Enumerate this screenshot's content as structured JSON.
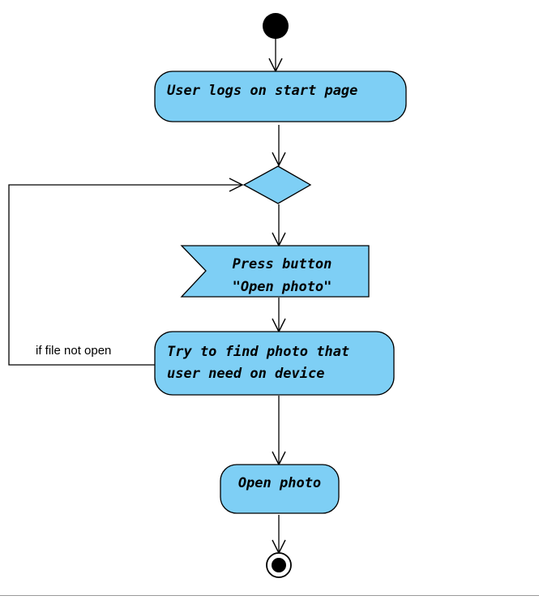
{
  "diagram": {
    "type": "uml-activity",
    "colors": {
      "fill": "#7ecff5",
      "stroke": "#000000",
      "background": "#ffffff"
    },
    "nodes": {
      "start": {
        "kind": "initial-node"
      },
      "login": {
        "kind": "action",
        "label": "User logs on start page"
      },
      "decision": {
        "kind": "decision-node"
      },
      "press": {
        "kind": "send-signal",
        "lines": [
          "Press button",
          "\"Open photo\""
        ]
      },
      "find": {
        "kind": "action",
        "lines": [
          "Try to find photo that",
          "user need on device"
        ]
      },
      "open": {
        "kind": "action",
        "label": "Open photo"
      },
      "end": {
        "kind": "final-node"
      }
    },
    "edges": [
      {
        "from": "start",
        "to": "login"
      },
      {
        "from": "login",
        "to": "decision"
      },
      {
        "from": "decision",
        "to": "press"
      },
      {
        "from": "press",
        "to": "find"
      },
      {
        "from": "find",
        "to": "decision",
        "guard": "if file not open"
      },
      {
        "from": "find",
        "to": "open"
      },
      {
        "from": "open",
        "to": "end"
      }
    ]
  }
}
